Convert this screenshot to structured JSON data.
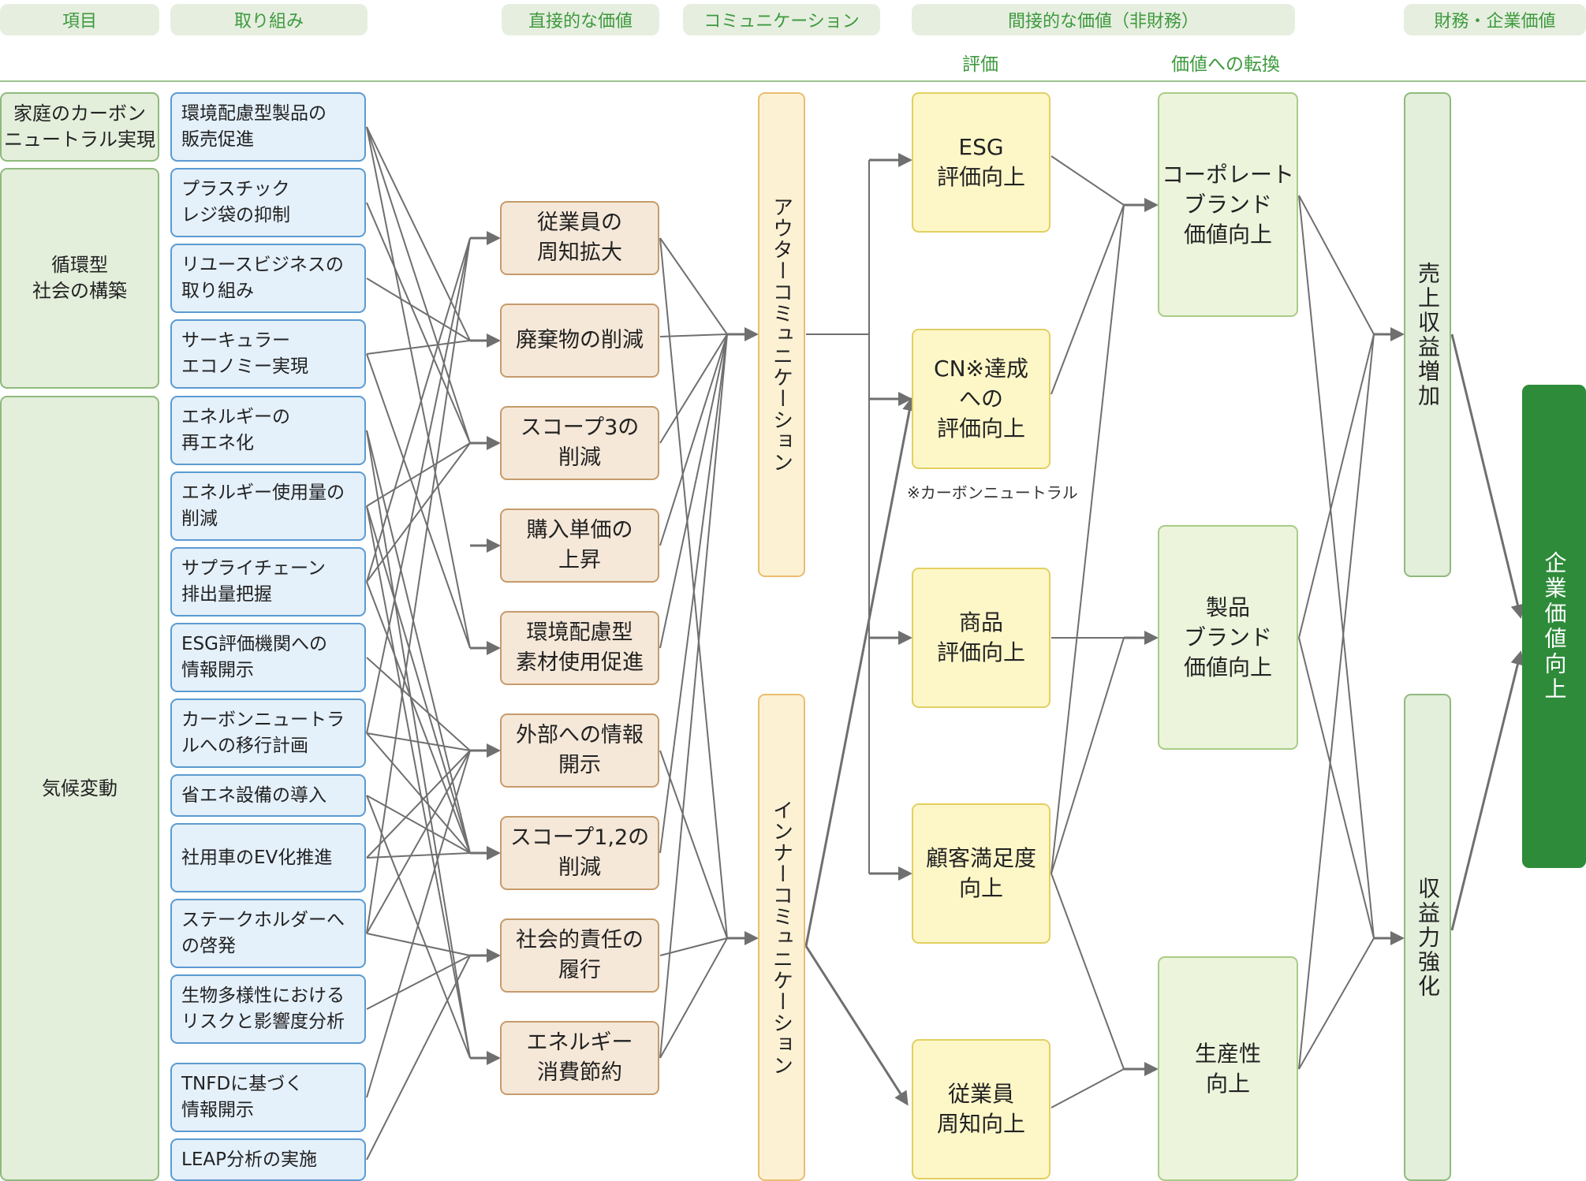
{
  "headers": {
    "item": "項目",
    "initiative": "取り組み",
    "direct_value": "直接的な価値",
    "communication": "コミュニケーション",
    "indirect_value": "間接的な価値（非財務）",
    "evaluation": "評価",
    "conversion": "価値への転換",
    "financial": "財務・企業価値"
  },
  "categories": [
    "家庭のカーボン\nニュートラル実現",
    "循環型\n社会の構築",
    "気候変動"
  ],
  "initiatives": [
    "環境配慮型製品の\n販売促進",
    "プラスチック\nレジ袋の抑制",
    "リユースビジネスの\n取り組み",
    "サーキュラー\nエコノミー実現",
    "エネルギーの\n再エネ化",
    "エネルギー使用量の\n削減",
    "サプライチェーン\n排出量把握",
    "ESG評価機関への\n情報開示",
    "カーボンニュートラ\nルへの移行計画",
    "省エネ設備の導入",
    "社用車のEV化推進",
    "ステークホルダーへ\nの啓発",
    "生物多様性における\nリスクと影響度分析",
    "TNFDに基づく\n情報開示",
    "LEAP分析の実施"
  ],
  "direct_values": [
    "従業員の\n周知拡大",
    "廃棄物の削減",
    "スコープ3の\n削減",
    "購入単価の\n上昇",
    "環境配慮型\n素材使用促進",
    "外部への情報\n開示",
    "スコープ1,2の\n削減",
    "社会的責任の\n履行",
    "エネルギー\n消費節約"
  ],
  "communications": [
    "アウターコミュニケーション",
    "インナーコミュニケーション"
  ],
  "evaluations": [
    "ESG\n評価向上",
    "CN※達成\nへの\n評価向上",
    "商品\n評価向上",
    "顧客満足度\n向上",
    "従業員\n周知向上"
  ],
  "footnote": "※カーボンニュートラル",
  "conversions": [
    "コーポレート\nブランド\n価値向上",
    "製品\nブランド\n価値向上",
    "生産性\n向上"
  ],
  "financials": [
    "売上収益増加",
    "収益力強化"
  ],
  "corporate_value": "企業価値向上",
  "colors": {
    "accent_green": "#3d9a3d",
    "corporate_green": "#2e8b3a",
    "line_gray": "#6f6f6f"
  }
}
